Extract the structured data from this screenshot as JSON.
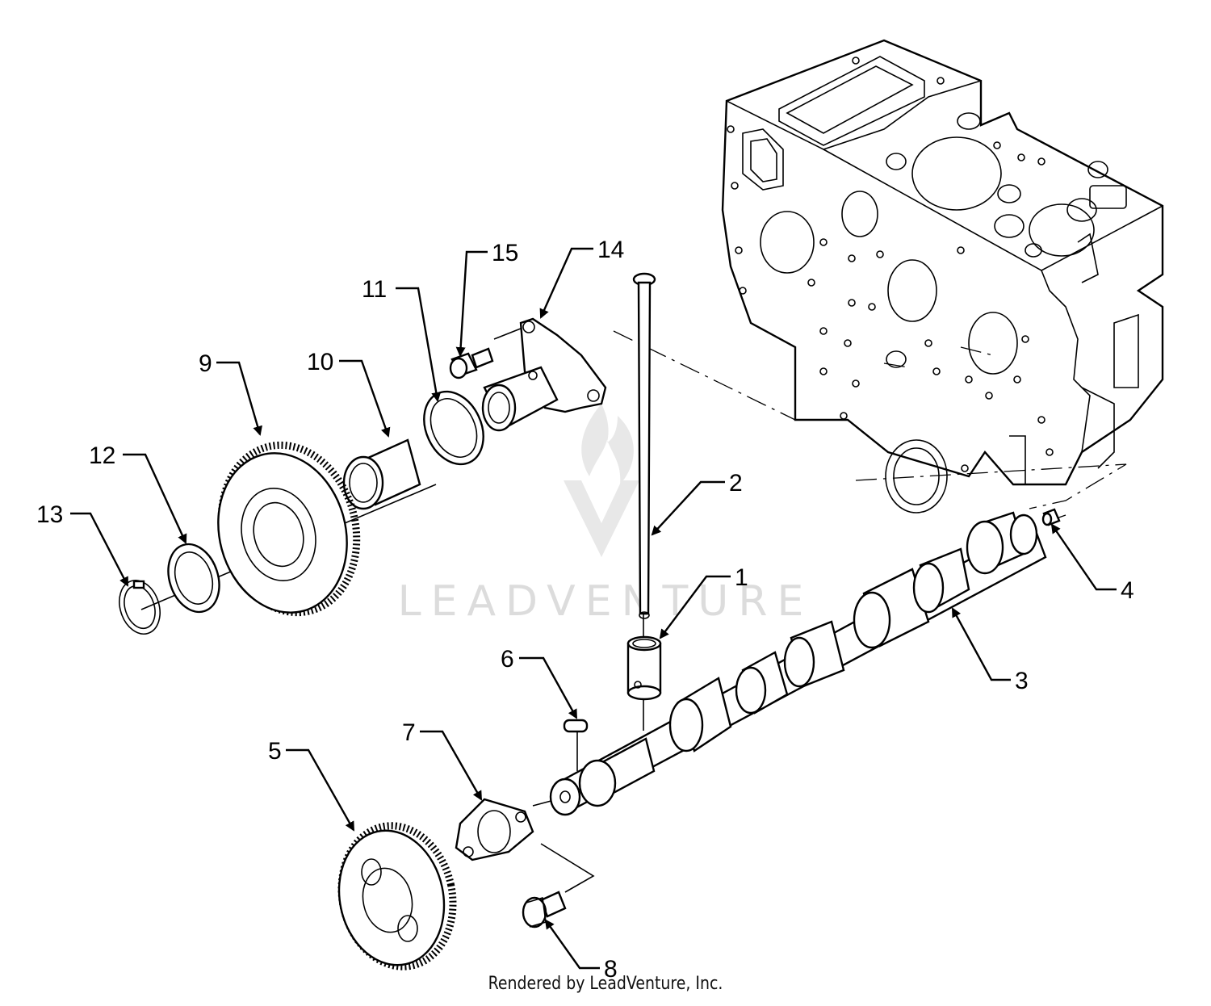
{
  "footer": {
    "credit": "Rendered by LeadVenture, Inc."
  },
  "watermark": {
    "text": "LEADVENTURE"
  },
  "callouts": [
    {
      "id": "1",
      "label": "1"
    },
    {
      "id": "2",
      "label": "2"
    },
    {
      "id": "3",
      "label": "3"
    },
    {
      "id": "4",
      "label": "4"
    },
    {
      "id": "5",
      "label": "5"
    },
    {
      "id": "6",
      "label": "6"
    },
    {
      "id": "7",
      "label": "7"
    },
    {
      "id": "8",
      "label": "8"
    },
    {
      "id": "9",
      "label": "9"
    },
    {
      "id": "10",
      "label": "10"
    },
    {
      "id": "11",
      "label": "11"
    },
    {
      "id": "12",
      "label": "12"
    },
    {
      "id": "13",
      "label": "13"
    },
    {
      "id": "14",
      "label": "14"
    },
    {
      "id": "15",
      "label": "15"
    }
  ],
  "icons": {
    "watermark": "leadventure-flame-logo-icon",
    "callout_pointer": "arrow-pointer-icon"
  },
  "colors": {
    "linework": "#000000",
    "background": "#ffffff",
    "watermark": "#d9d9d9"
  }
}
